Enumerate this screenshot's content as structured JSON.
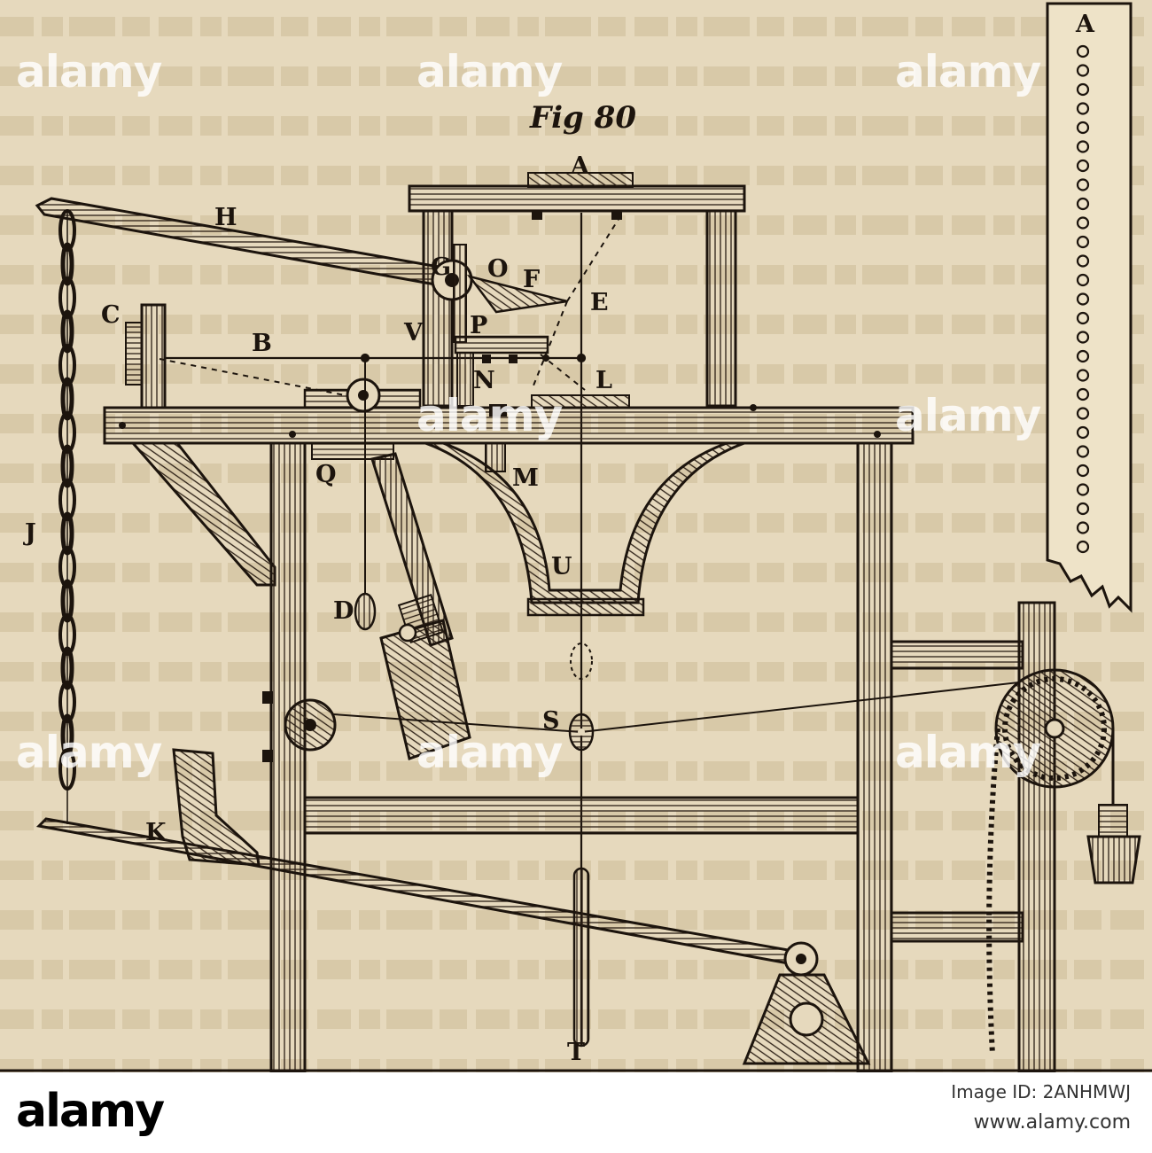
{
  "figure": {
    "title": "Fig 80",
    "labels": {
      "A_top": "A",
      "H": "H",
      "G": "G",
      "O": "O",
      "F": "F",
      "E": "E",
      "C": "C",
      "P": "P",
      "V": "V",
      "B": "B",
      "N": "N",
      "L": "L",
      "Q": "Q",
      "M": "M",
      "U": "U",
      "D": "D",
      "J": "J",
      "S": "S",
      "K": "K",
      "T": "T",
      "A_card": "A"
    }
  },
  "watermark": {
    "text": "alamy"
  },
  "footer": {
    "logo": "alamy",
    "image_id": "Image ID: 2ANHMWJ",
    "url": "www.alamy.com"
  },
  "colors": {
    "ink": "#1c140d",
    "paper": "#e6d9bd",
    "footer_bg": "#ffffff"
  }
}
